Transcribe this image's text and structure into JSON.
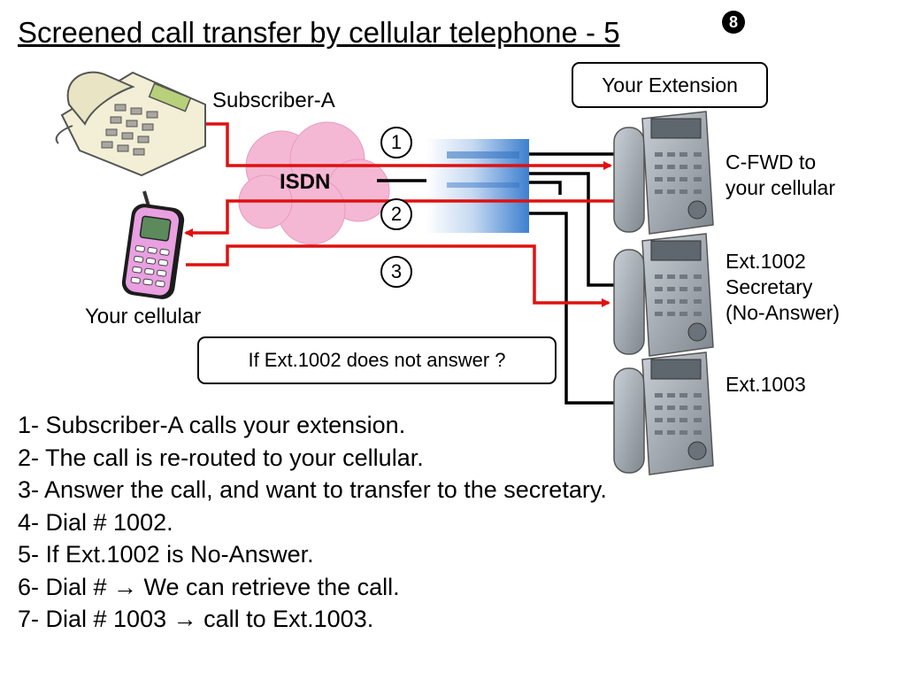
{
  "title": "Screened call transfer by cellular telephone - 5",
  "title_badge": "8",
  "labels": {
    "subscriber": "Subscriber-A",
    "isdn": "ISDN",
    "your_cellular": "Your cellular",
    "your_extension": "Your Extension",
    "cfwd_line1": "C-FWD to",
    "cfwd_line2": "your cellular",
    "ext1002_line1": "Ext.1002",
    "ext1002_line2": "Secretary",
    "ext1002_line3": "(No-Answer)",
    "ext1003": "Ext.1003",
    "question": "If Ext.1002 does not answer ?"
  },
  "step_markers": [
    "1",
    "2",
    "3"
  ],
  "steps": [
    "1- Subscriber-A calls your extension.",
    "2- The call is re-routed to your cellular.",
    "3- Answer the call, and want to transfer to the secretary.",
    "4- Dial # 1002.",
    "5- If Ext.1002 is No-Answer.",
    "6- Dial # → We can retrieve the call.",
    "7- Dial # 1003 → call to Ext.1003."
  ],
  "colors": {
    "call_path": "#e01010",
    "wiring": "#000000",
    "cloud": "#f4b8d4",
    "pbx": "#3d7fcf",
    "cellular": "#e8a0e0",
    "desk_phone": "#f2efd6",
    "system_phone": "#9ea6ae"
  }
}
